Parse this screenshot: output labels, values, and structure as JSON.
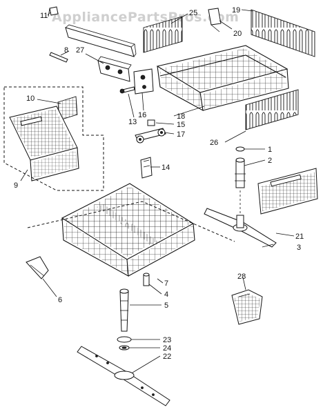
{
  "watermark": "AppliancePartsPros.com",
  "callouts": {
    "c1": "1",
    "c2": "2",
    "c3": "3",
    "c4": "4",
    "c5": "5",
    "c6": "6",
    "c7": "7",
    "c8": "8",
    "c9": "9",
    "c10": "10",
    "c11": "11",
    "c13": "13",
    "c14": "14",
    "c15": "15",
    "c16": "16",
    "c17": "17",
    "c18": "18",
    "c19": "19",
    "c20": "20",
    "c21": "21",
    "c22": "22",
    "c23": "23",
    "c24": "24",
    "c25": "25",
    "c26": "26",
    "c27": "27",
    "c28": "28"
  }
}
